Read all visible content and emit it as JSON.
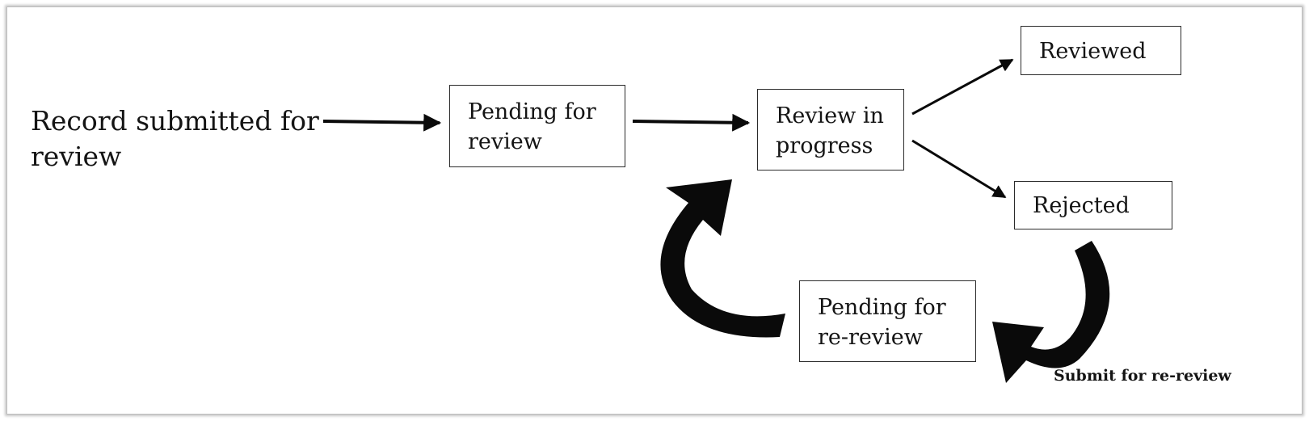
{
  "diagram": {
    "start_label": "Record submitted for\nreview",
    "nodes": {
      "pending_review": "Pending for\nreview",
      "review_in_progress": "Review in\nprogress",
      "reviewed": "Reviewed",
      "rejected": "Rejected",
      "pending_rereview": "Pending for\nre-review"
    },
    "submit_label": "Submit for re-review",
    "colors": {
      "ink": "#141414",
      "border": "#2b2b2b",
      "arrow": "#0a0a0a"
    }
  }
}
